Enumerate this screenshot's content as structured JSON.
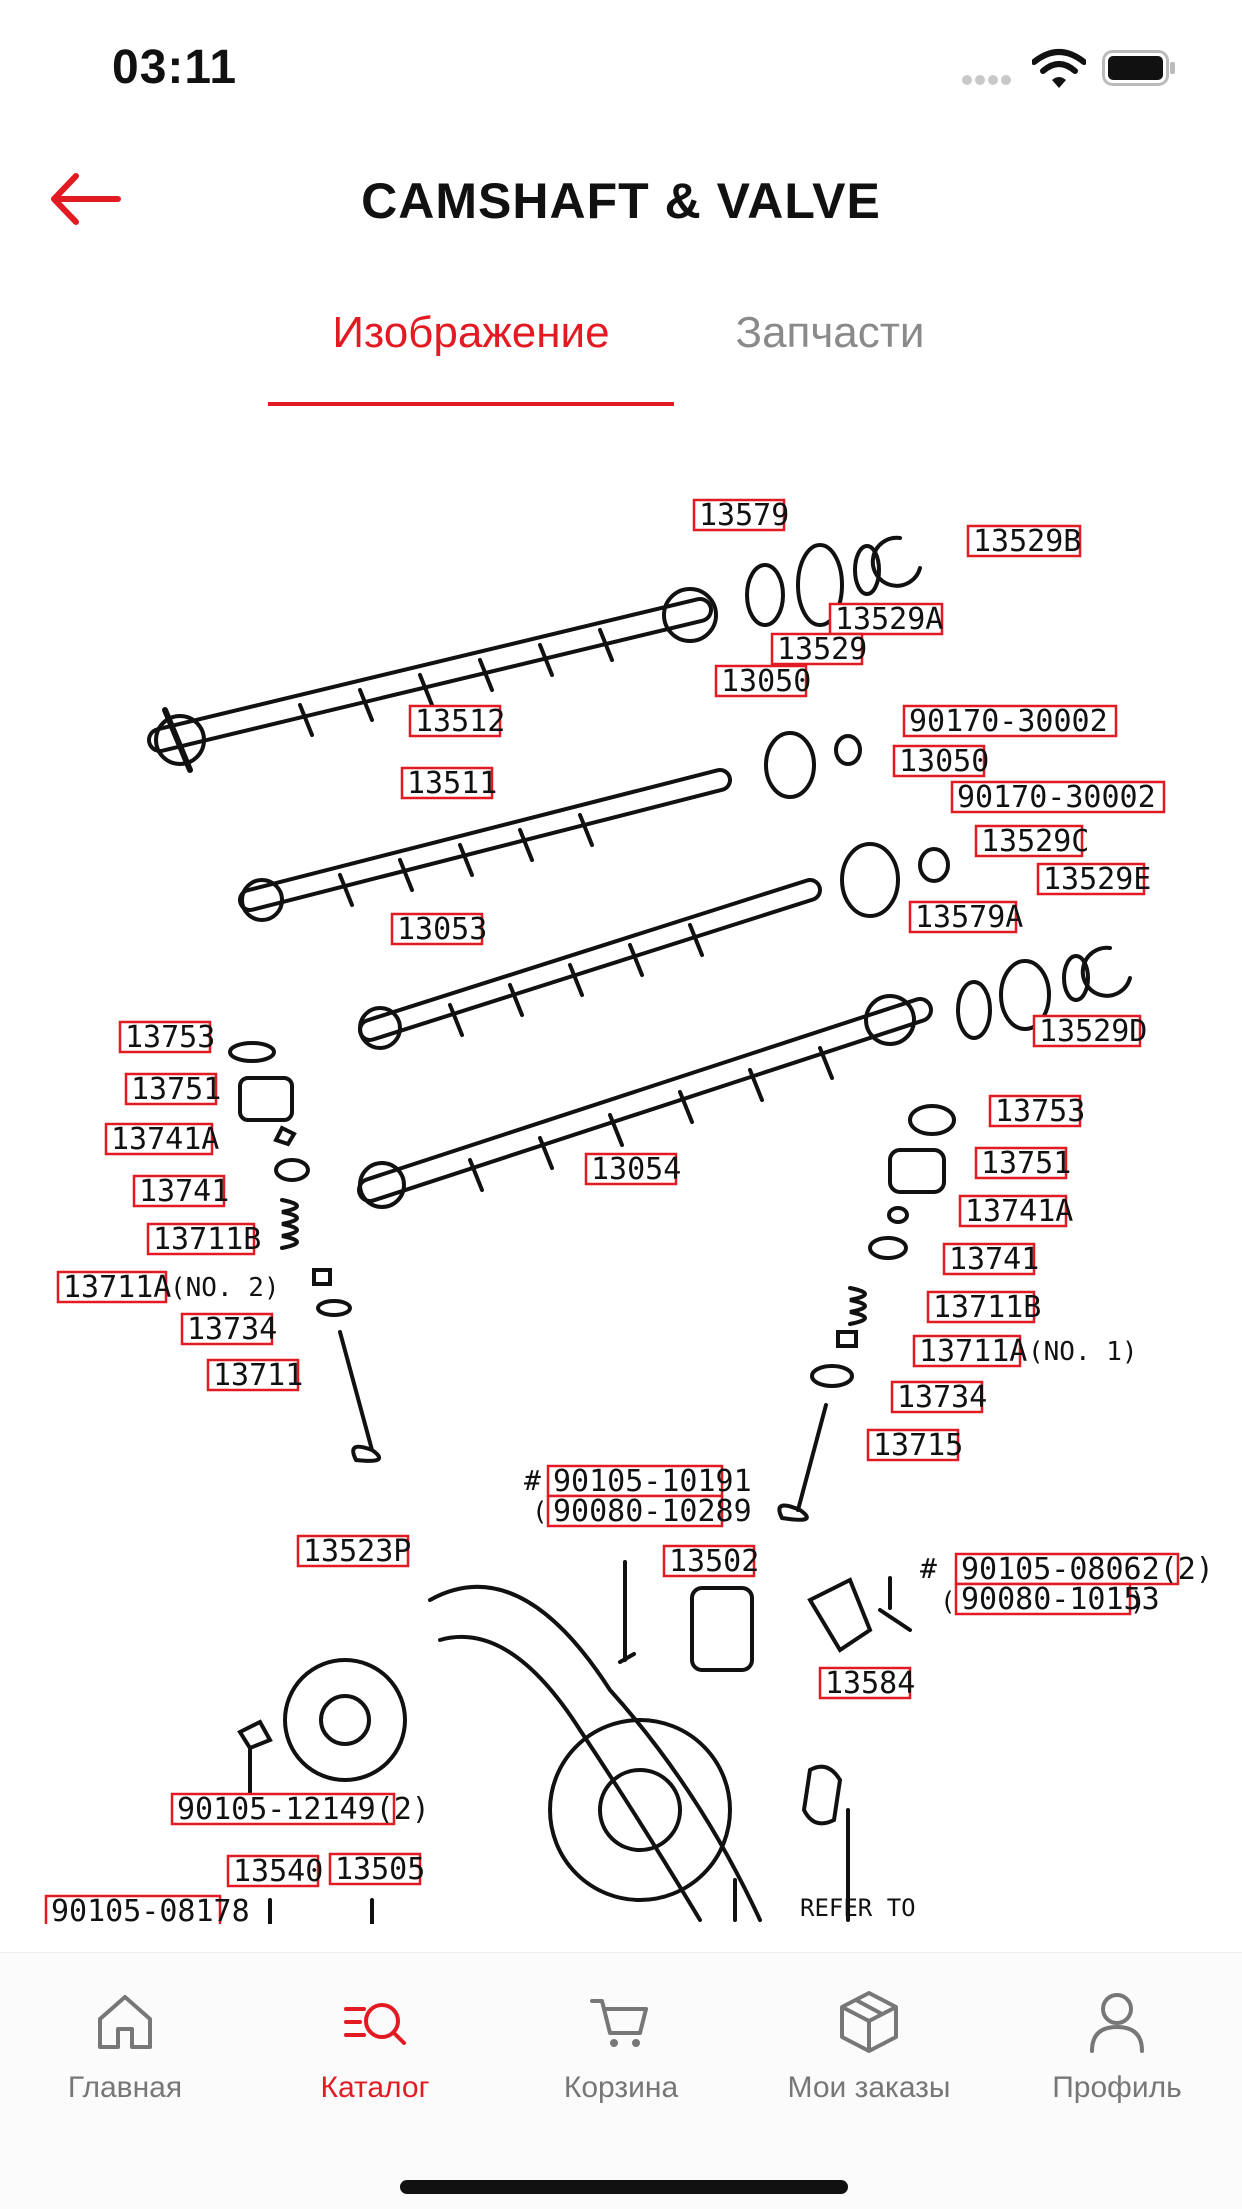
{
  "status": {
    "time": "03:11"
  },
  "header": {
    "title": "CAMSHAFT & VALVE"
  },
  "tabs": [
    {
      "label": "Изображение",
      "active": true
    },
    {
      "label": "Запчасти",
      "active": false
    }
  ],
  "accent_color": "#e21b23",
  "diagram": {
    "part_labels": [
      "13579",
      "13529B",
      "13529A",
      "13529",
      "13512",
      "13050",
      "90170-30002",
      "13511",
      "13050",
      "90170-30002",
      "13529C",
      "13529E",
      "13579A",
      "13053",
      "13529D",
      "13753",
      "13751",
      "13741A",
      "13741",
      "13711B",
      "13711A",
      "13734",
      "13711",
      "13054",
      "13753",
      "13751",
      "13741A",
      "13741",
      "13711B",
      "13711A",
      "13734",
      "13715",
      "90105-10191",
      "90080-10289",
      "13523P",
      "13502",
      "90105-08062(2)",
      "90080-10153",
      "13584",
      "90105-12149(2)",
      "13540",
      "13505",
      "90105-08178"
    ],
    "notes": [
      "(NO. 2)",
      "(NO. 1)",
      "#",
      "(",
      "#",
      "(",
      ")",
      "REFER TO"
    ]
  },
  "bottom_nav": [
    {
      "label": "Главная",
      "icon": "home-icon",
      "active": false
    },
    {
      "label": "Каталог",
      "icon": "catalog-search-icon",
      "active": true
    },
    {
      "label": "Корзина",
      "icon": "cart-icon",
      "active": false
    },
    {
      "label": "Мои заказы",
      "icon": "box-icon",
      "active": false
    },
    {
      "label": "Профиль",
      "icon": "profile-icon",
      "active": false
    }
  ]
}
